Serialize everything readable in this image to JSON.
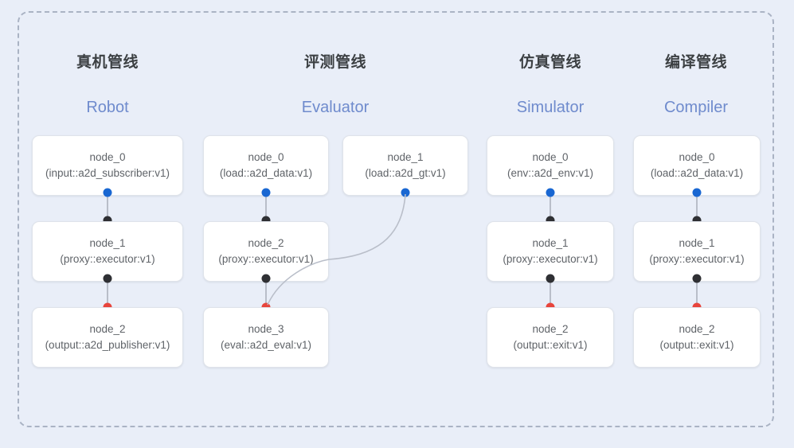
{
  "frame": {
    "style": "dashed-rounded-rectangle",
    "border_color": "#aab3c4"
  },
  "background_color": "#e9eef8",
  "palette": {
    "port_output_blue": "#1967d2",
    "port_link_black": "#2f3034",
    "port_terminal_red": "#e8453c",
    "edge_line": "#b9bec9",
    "node_border": "#dfe3ea",
    "node_bg": "#ffffff",
    "title_color": "#3c4043",
    "subtitle_color": "#6f8bcd",
    "node_text_color": "#5f6368"
  },
  "columns": [
    {
      "id": "robot",
      "title": "真机管线",
      "subtitle": "Robot",
      "nodes": [
        {
          "name": "node_0",
          "type": "(input::a2d_subscriber:v1)"
        },
        {
          "name": "node_1",
          "type": "(proxy::executor:v1)"
        },
        {
          "name": "node_2",
          "type": "(output::a2d_publisher:v1)"
        }
      ]
    },
    {
      "id": "evaluator",
      "title": "评测管线",
      "subtitle": "Evaluator",
      "nodes": [
        {
          "name": "node_0",
          "type": "(load::a2d_data:v1)"
        },
        {
          "name": "node_2",
          "type": "(proxy::executor:v1)"
        },
        {
          "name": "node_3",
          "type": "(eval::a2d_eval:v1)"
        },
        {
          "name": "node_1",
          "type": "(load::a2d_gt:v1)"
        }
      ]
    },
    {
      "id": "simulator",
      "title": "仿真管线",
      "subtitle": "Simulator",
      "nodes": [
        {
          "name": "node_0",
          "type": "(env::a2d_env:v1)"
        },
        {
          "name": "node_1",
          "type": "(proxy::executor:v1)"
        },
        {
          "name": "node_2",
          "type": "(output::exit:v1)"
        }
      ]
    },
    {
      "id": "compiler",
      "title": "编译管线",
      "subtitle": "Compiler",
      "nodes": [
        {
          "name": "node_0",
          "type": "(load::a2d_data:v1)"
        },
        {
          "name": "node_1",
          "type": "(proxy::executor:v1)"
        },
        {
          "name": "node_2",
          "type": "(output::exit:v1)"
        }
      ]
    }
  ]
}
